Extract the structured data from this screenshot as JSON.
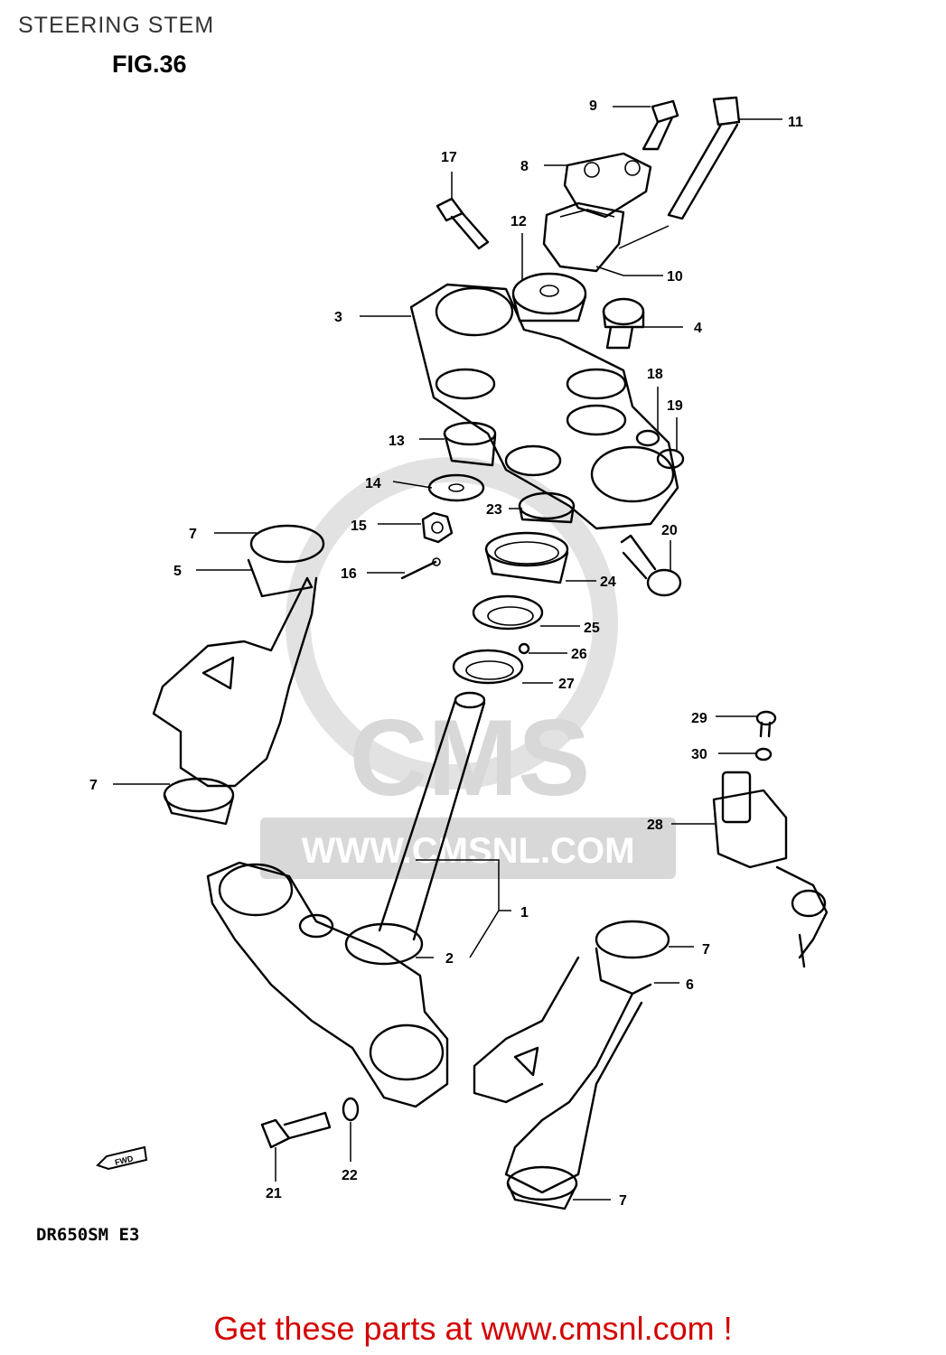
{
  "title": "STEERING STEM",
  "figure": "FIG.36",
  "model_code": "DR650SM E3",
  "fwd_label": "FWD",
  "watermark": {
    "logo": "CMS",
    "url": "WWW.CMSNL.COM"
  },
  "call_to_action": "Get these parts at www.cmsnl.com !",
  "callouts": [
    "1",
    "2",
    "3",
    "4",
    "5",
    "6",
    "7",
    "8",
    "9",
    "10",
    "11",
    "12",
    "13",
    "14",
    "15",
    "16",
    "17",
    "18",
    "19",
    "20",
    "21",
    "22",
    "23",
    "24",
    "25",
    "26",
    "27",
    "28",
    "29",
    "30"
  ]
}
